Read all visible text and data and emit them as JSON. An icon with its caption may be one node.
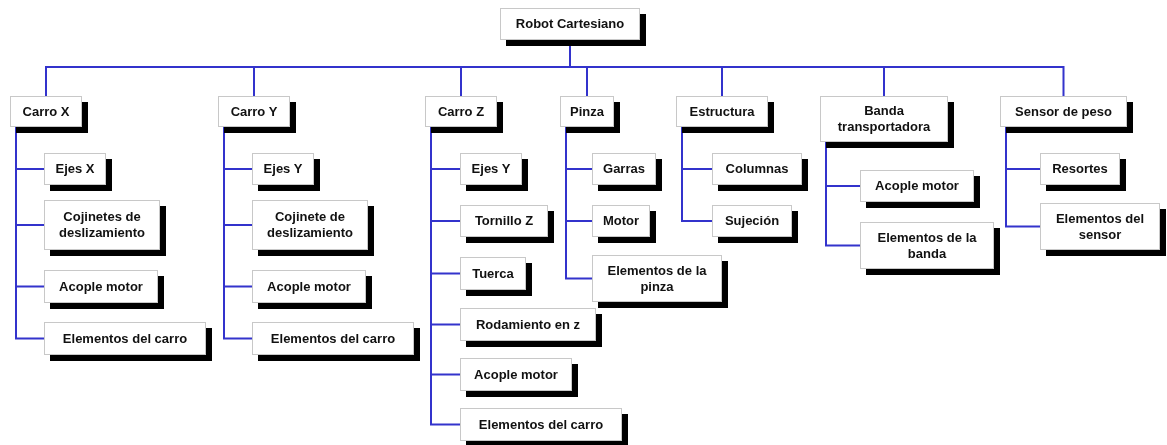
{
  "diagram": {
    "nodes": [
      {
        "text": [
          "Robot Cartesiano"
        ]
      },
      {
        "text": [
          "Carro X"
        ]
      },
      {
        "text": [
          "Ejes X"
        ]
      },
      {
        "text": [
          "Cojinetes de deslizamiento"
        ]
      },
      {
        "text": [
          "Acople motor"
        ]
      },
      {
        "text": [
          "Elementos del carro"
        ]
      },
      {
        "text": [
          "Carro Y"
        ]
      },
      {
        "text": [
          "Ejes Y"
        ]
      },
      {
        "text": [
          "Cojinete de deslizamiento"
        ]
      },
      {
        "text": [
          "Acople motor"
        ]
      },
      {
        "text": [
          "Elementos del carro"
        ]
      },
      {
        "text": [
          "Carro Z"
        ]
      },
      {
        "text": [
          "Ejes Y"
        ]
      },
      {
        "text": [
          "Tornillo Z"
        ]
      },
      {
        "text": [
          "Tuerca"
        ]
      },
      {
        "text": [
          "Rodamiento en z"
        ]
      },
      {
        "text": [
          "Acople motor"
        ]
      },
      {
        "text": [
          "Elementos del carro"
        ]
      },
      {
        "text": [
          "Pinza"
        ]
      },
      {
        "text": [
          "Garras"
        ]
      },
      {
        "text": [
          "Motor"
        ]
      },
      {
        "text": [
          "Elementos de la pinza"
        ]
      },
      {
        "text": [
          "Estructura"
        ]
      },
      {
        "text": [
          "Columnas"
        ]
      },
      {
        "text": [
          "Sujeción"
        ]
      },
      {
        "text": [
          "Banda transportadora"
        ]
      },
      {
        "text": [
          "Acople motor"
        ]
      },
      {
        "text": [
          "Elementos de la banda"
        ]
      },
      {
        "text": [
          "Sensor de peso"
        ]
      },
      {
        "text": [
          "Resortes"
        ]
      },
      {
        "text": [
          "Elementos del sensor"
        ]
      }
    ],
    "edges": [
      {
        "from": 0,
        "to": 1,
        "arrow": "none"
      },
      {
        "from": 0,
        "to": 6,
        "arrow": "none"
      },
      {
        "from": 0,
        "to": 11,
        "arrow": "none"
      },
      {
        "from": 0,
        "to": 18,
        "arrow": "none"
      },
      {
        "from": 0,
        "to": 22,
        "arrow": "none"
      },
      {
        "from": 0,
        "to": 25,
        "arrow": "none"
      },
      {
        "from": 0,
        "to": 28,
        "arrow": "none"
      },
      {
        "from": 1,
        "to": 2,
        "arrow": "none"
      },
      {
        "from": 1,
        "to": 3,
        "arrow": "none"
      },
      {
        "from": 1,
        "to": 4,
        "arrow": "none"
      },
      {
        "from": 1,
        "to": 5,
        "arrow": "none"
      },
      {
        "from": 6,
        "to": 7,
        "arrow": "none"
      },
      {
        "from": 6,
        "to": 8,
        "arrow": "none"
      },
      {
        "from": 6,
        "to": 9,
        "arrow": "none"
      },
      {
        "from": 6,
        "to": 10,
        "arrow": "none"
      },
      {
        "from": 11,
        "to": 12,
        "arrow": "none"
      },
      {
        "from": 11,
        "to": 13,
        "arrow": "none"
      },
      {
        "from": 11,
        "to": 14,
        "arrow": "none"
      },
      {
        "from": 11,
        "to": 15,
        "arrow": "none"
      },
      {
        "from": 11,
        "to": 16,
        "arrow": "none"
      },
      {
        "from": 11,
        "to": 17,
        "arrow": "none"
      },
      {
        "from": 18,
        "to": 19,
        "arrow": "none"
      },
      {
        "from": 18,
        "to": 20,
        "arrow": "none"
      },
      {
        "from": 18,
        "to": 21,
        "arrow": "none"
      },
      {
        "from": 22,
        "to": 23,
        "arrow": "none"
      },
      {
        "from": 22,
        "to": 24,
        "arrow": "none"
      },
      {
        "from": 25,
        "to": 26,
        "arrow": "none"
      },
      {
        "from": 25,
        "to": 27,
        "arrow": "none"
      },
      {
        "from": 28,
        "to": 29,
        "arrow": "none"
      },
      {
        "from": 28,
        "to": 30,
        "arrow": "none"
      }
    ]
  }
}
